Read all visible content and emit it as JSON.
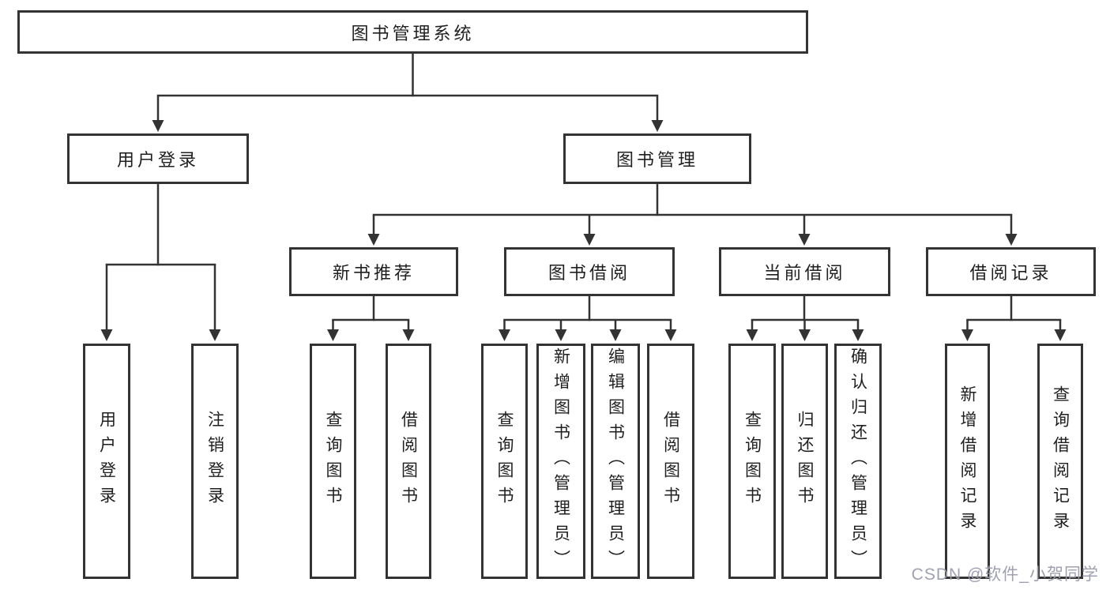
{
  "tree": {
    "label": "图书管理系统",
    "children": [
      {
        "label": "用户登录",
        "children": [
          {
            "label": "用户登录"
          },
          {
            "label": "注销登录"
          }
        ]
      },
      {
        "label": "图书管理",
        "children": [
          {
            "label": "新书推荐",
            "children": [
              {
                "label": "查询图书"
              },
              {
                "label": "借阅图书"
              }
            ]
          },
          {
            "label": "图书借阅",
            "children": [
              {
                "label": "查询图书"
              },
              {
                "label": "新增图书（管理员）"
              },
              {
                "label": "编辑图书（管理员）"
              },
              {
                "label": "借阅图书"
              }
            ]
          },
          {
            "label": "当前借阅",
            "children": [
              {
                "label": "查询图书"
              },
              {
                "label": "归还图书"
              },
              {
                "label": "确认归还（管理员）"
              }
            ]
          },
          {
            "label": "借阅记录",
            "children": [
              {
                "label": "新增借阅记录"
              },
              {
                "label": "查询借阅记录"
              }
            ]
          }
        ]
      }
    ]
  },
  "watermark": {
    "text": "CSDN @软件_小贺同学"
  },
  "colors": {
    "line": "#333333",
    "box_border": "#333333",
    "box_fill": "#ffffff",
    "text": "#1f1f1f",
    "watermark": "#9b9baf",
    "background": "#ffffff"
  }
}
